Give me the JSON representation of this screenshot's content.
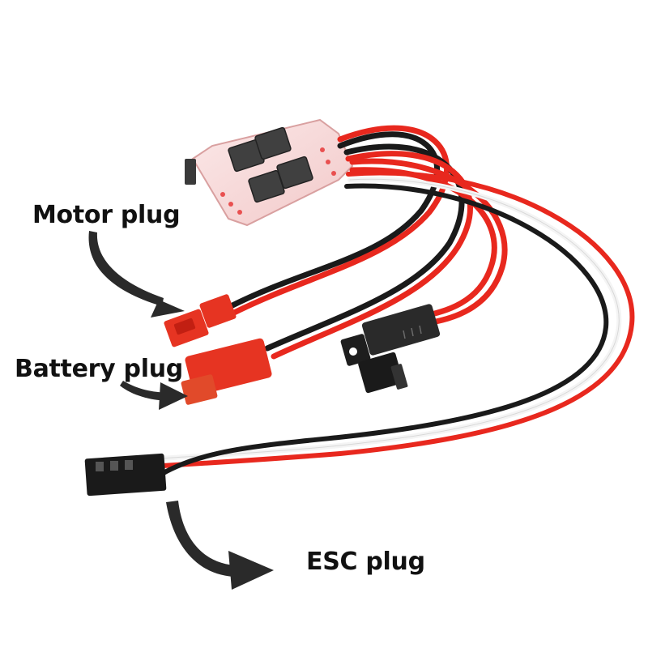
{
  "labels": {
    "motor": "Motor plug",
    "battery": "Battery plug",
    "esc": "ESC plug"
  },
  "colors": {
    "wire_red": "#e8281e",
    "wire_black": "#1a1a1a",
    "wire_white": "#f4f4f4",
    "connector_red": "#e63422",
    "arrow": "#2a2a2a"
  }
}
